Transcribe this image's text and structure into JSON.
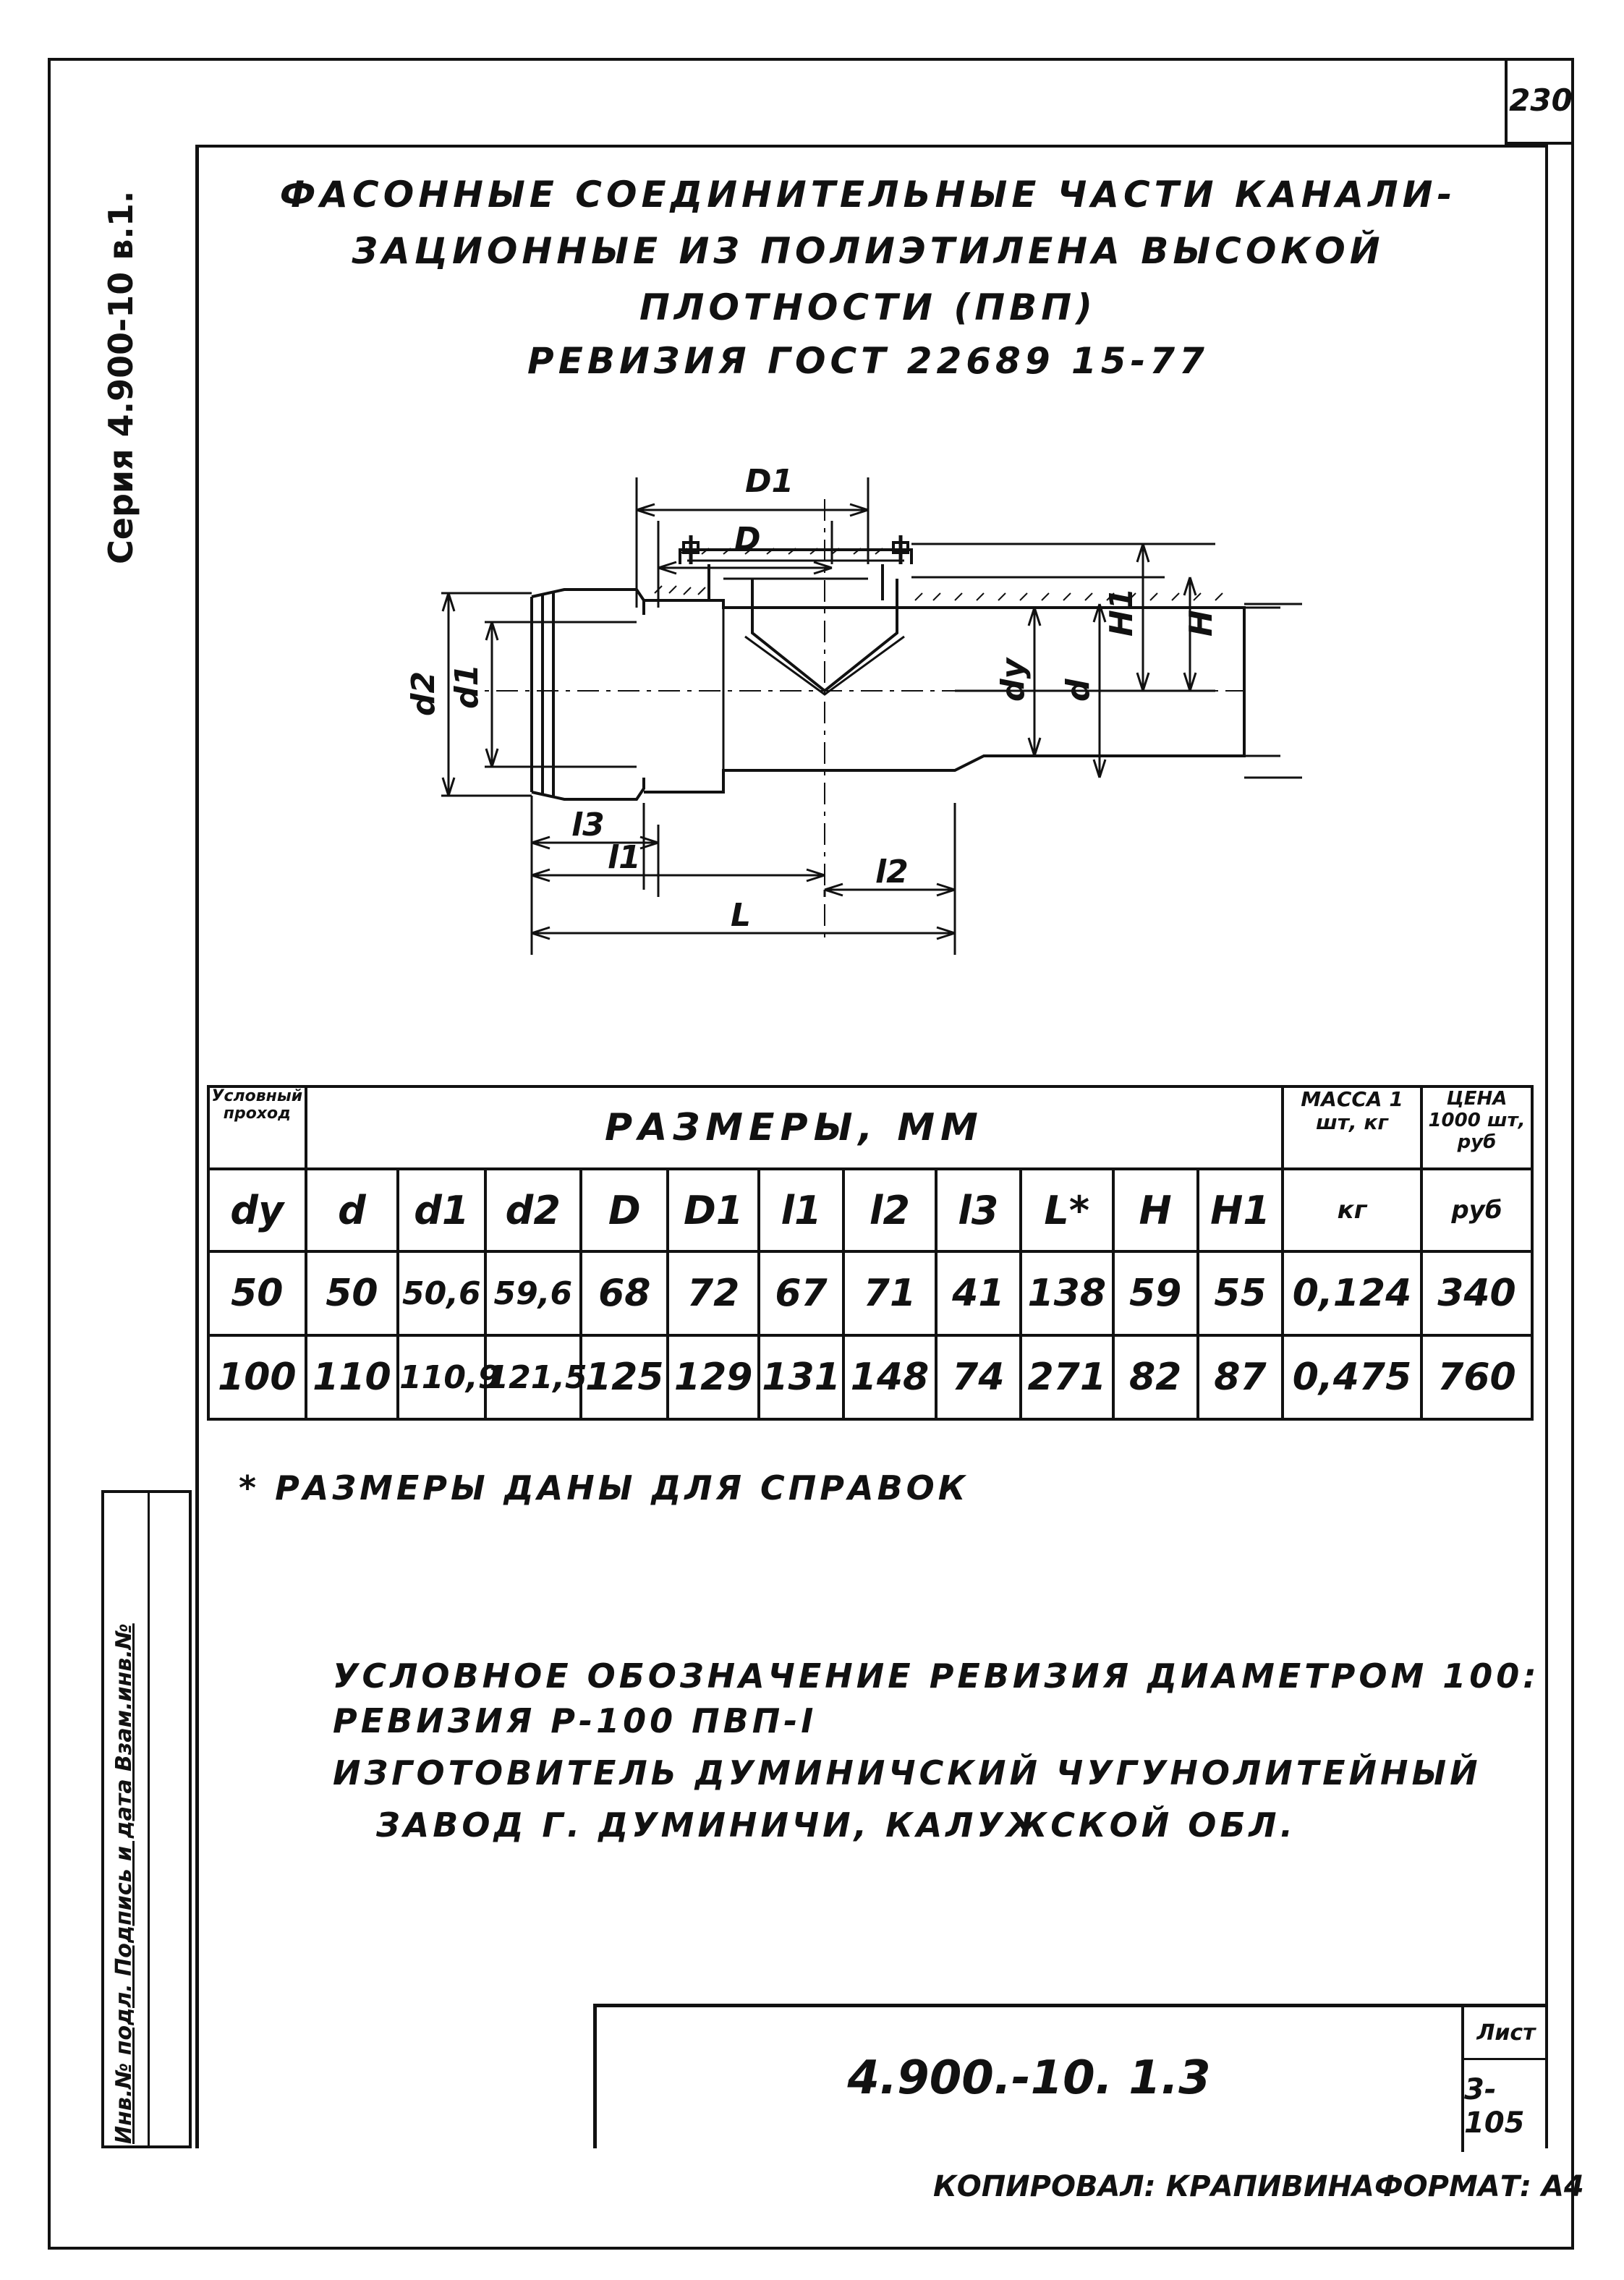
{
  "page_number": "230",
  "side_series": "Серия 4.900-10 в.1.",
  "title": {
    "line1": "ФАСОННЫЕ СОЕДИНИТЕЛЬНЫЕ ЧАСТИ КАНАЛИ-",
    "line2": "ЗАЦИОННЫЕ ИЗ ПОЛИЭТИЛЕНА ВЫСОКОЙ",
    "line3": "ПЛОТНОСТИ (ПВП)",
    "line4": "РЕВИЗИЯ ГОСТ 22689 15-77"
  },
  "drawing_labels": {
    "D1": "D1",
    "D": "D",
    "d2": "d2",
    "d1": "d1",
    "dy": "dy",
    "d": "d",
    "H1": "H1",
    "H": "H",
    "l3": "l3",
    "l1": "l1",
    "l2": "l2",
    "L": "L"
  },
  "table": {
    "nominal_header": "Условный проход",
    "dims_header": "РАЗМЕРЫ, ММ",
    "mass_header": "МАССА 1 шт, кг",
    "price_header": "ЦЕНА 1000 шт, руб",
    "symbols": [
      "dy",
      "d",
      "d1",
      "d2",
      "D",
      "D1",
      "l1",
      "l2",
      "l3",
      "L*",
      "H",
      "H1",
      "кг",
      "руб"
    ],
    "rows": [
      [
        "50",
        "50",
        "50,6",
        "59,6",
        "68",
        "72",
        "67",
        "71",
        "41",
        "138",
        "59",
        "55",
        "0,124",
        "340"
      ],
      [
        "100",
        "110",
        "110,9",
        "121,5",
        "125",
        "129",
        "131",
        "148",
        "74",
        "271",
        "82",
        "87",
        "0,475",
        "760"
      ]
    ]
  },
  "footnote": "* РАЗМЕРЫ ДАНЫ ДЛЯ СПРАВОК",
  "designation": {
    "line1": "УСЛОВНОЕ ОБОЗНАЧЕНИЕ РЕВИЗИЯ ДИАМЕТРОМ 100:",
    "line2": "РЕВИЗИЯ Р-100 ПВП-I",
    "line3": "ИЗГОТОВИТЕЛЬ ДУМИНИЧСКИЙ ЧУГУНОЛИТЕЙНЫЙ",
    "line4": "ЗАВОД Г. ДУМИНИЧИ, КАЛУЖСКОЙ ОБЛ."
  },
  "stamp_labels": "Инв.№ подл. Подпись и дата Взам.инв.№",
  "doc_number": "4.900.-10. 1.3",
  "sheet": {
    "label": "Лист",
    "value": "3-105"
  },
  "footer": {
    "copied": "КОПИРОВАЛ: КРАПИВИНА",
    "format": "ФОРМАТ: А4"
  }
}
